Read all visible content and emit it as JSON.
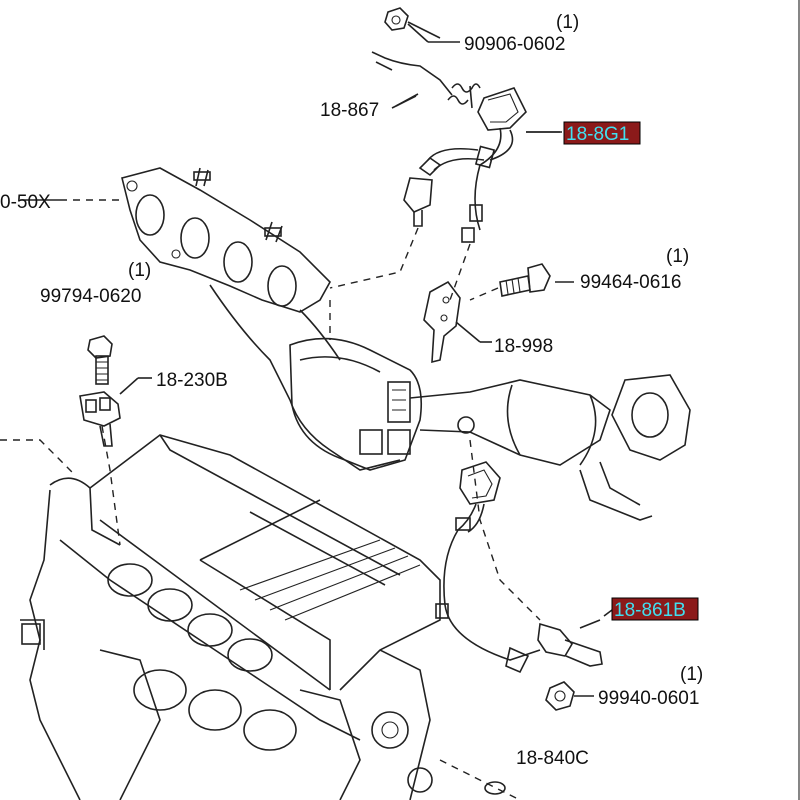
{
  "callouts": {
    "p_90906_0602": {
      "part_no": "90906-0602",
      "qty": "(1)"
    },
    "p_18_867": {
      "part_no": "18-867"
    },
    "p_18_8g1": {
      "part_no": "18-8G1",
      "highlighted": true
    },
    "p_50x": {
      "part_no": "0-50X"
    },
    "p_99794_0620": {
      "part_no": "99794-0620",
      "qty": "(1)"
    },
    "p_99464_0616": {
      "part_no": "99464-0616",
      "qty": "(1)"
    },
    "p_18_998": {
      "part_no": "18-998"
    },
    "p_18_230b": {
      "part_no": "18-230B"
    },
    "p_18_861b": {
      "part_no": "18-861B",
      "highlighted": true
    },
    "p_99940_0601": {
      "part_no": "99940-0601",
      "qty": "(1)"
    },
    "p_18_840c": {
      "part_no": "18-840C"
    }
  },
  "colors": {
    "highlight_fill": "#8b1a1a",
    "highlight_text": "#40e0f0",
    "line": "#222222"
  }
}
